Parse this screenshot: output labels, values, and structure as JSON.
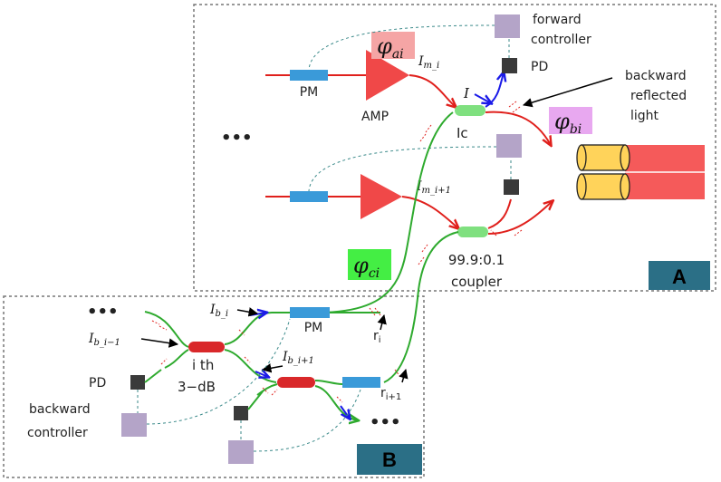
{
  "colors": {
    "fiber_red": "#e0201c",
    "fiber_green": "#2eaa2e",
    "reflect_blue": "#1a1ae8",
    "pm_blue": "#3a9ad9",
    "amp_red": "#f04848",
    "coupler_green": "#7fe07f",
    "coupler_red": "#d9282a",
    "pd_dark": "#3a3a3a",
    "controller_purple": "#b4a4c8",
    "bundle_yellow": "#ffd35a",
    "output_red": "#f55a5a",
    "panel_teal": "#2b6f86",
    "dashed_teal": "#3b8a8a",
    "phi_ai_bg": "#f5a5a5",
    "phi_bi_bg": "#e8a8f0",
    "phi_ci_bg": "#44ee44"
  },
  "panelA": {
    "label": "A",
    "phi_ai": {
      "sym": "φ",
      "sub": "ai"
    },
    "phi_bi": {
      "sym": "φ",
      "sub": "bi"
    },
    "pm": "PM",
    "amp": "AMP",
    "pd": "PD",
    "forward_controller": [
      "forward",
      "controller"
    ],
    "backward_reflected": [
      "backward",
      "reflected",
      "light"
    ],
    "im_i": {
      "main": "I",
      "sub": "m_i"
    },
    "im_i1": {
      "main": "I",
      "sub": "m_i+1"
    },
    "i_label": "I",
    "ic_label": "Ic",
    "coupler_ratio": "99.9:0.1",
    "coupler_word": "coupler",
    "ellipsis": "•••"
  },
  "panelB": {
    "label": "B",
    "phi_ci": {
      "sym": "φ",
      "sub": "ci"
    },
    "ib_i": {
      "main": "I",
      "sub": "b_i"
    },
    "ib_i1": {
      "main": "I",
      "sub": "b_i+1"
    },
    "ib_im1": {
      "main": "I",
      "sub": "b_i−1"
    },
    "pm": "PM",
    "ith": "i  th",
    "three_db": "3−dB",
    "pd": "PD",
    "backward_controller": [
      "backward",
      "controller"
    ],
    "r_i": {
      "main": "r",
      "sub": "i"
    },
    "r_i1": {
      "main": "r",
      "sub": "i+1"
    },
    "ellipsis": "•••"
  }
}
